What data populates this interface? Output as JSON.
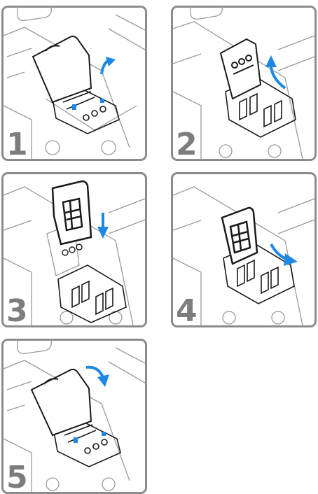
{
  "steps": [
    {
      "number": "1",
      "action": "open-cover"
    },
    {
      "number": "2",
      "action": "lift-holder"
    },
    {
      "number": "3",
      "action": "insert-card"
    },
    {
      "number": "4",
      "action": "close-holder"
    },
    {
      "number": "5",
      "action": "close-cover"
    }
  ],
  "colors": {
    "frame": "#8c8c8c",
    "line": "#1a1a1a",
    "light_line": "#9a9a9a",
    "arrow": "#1e88e5",
    "step_number": "#7d7d7d"
  },
  "icons": {
    "arrow": "curved-arrow-icon",
    "card": "sim-card-icon"
  }
}
